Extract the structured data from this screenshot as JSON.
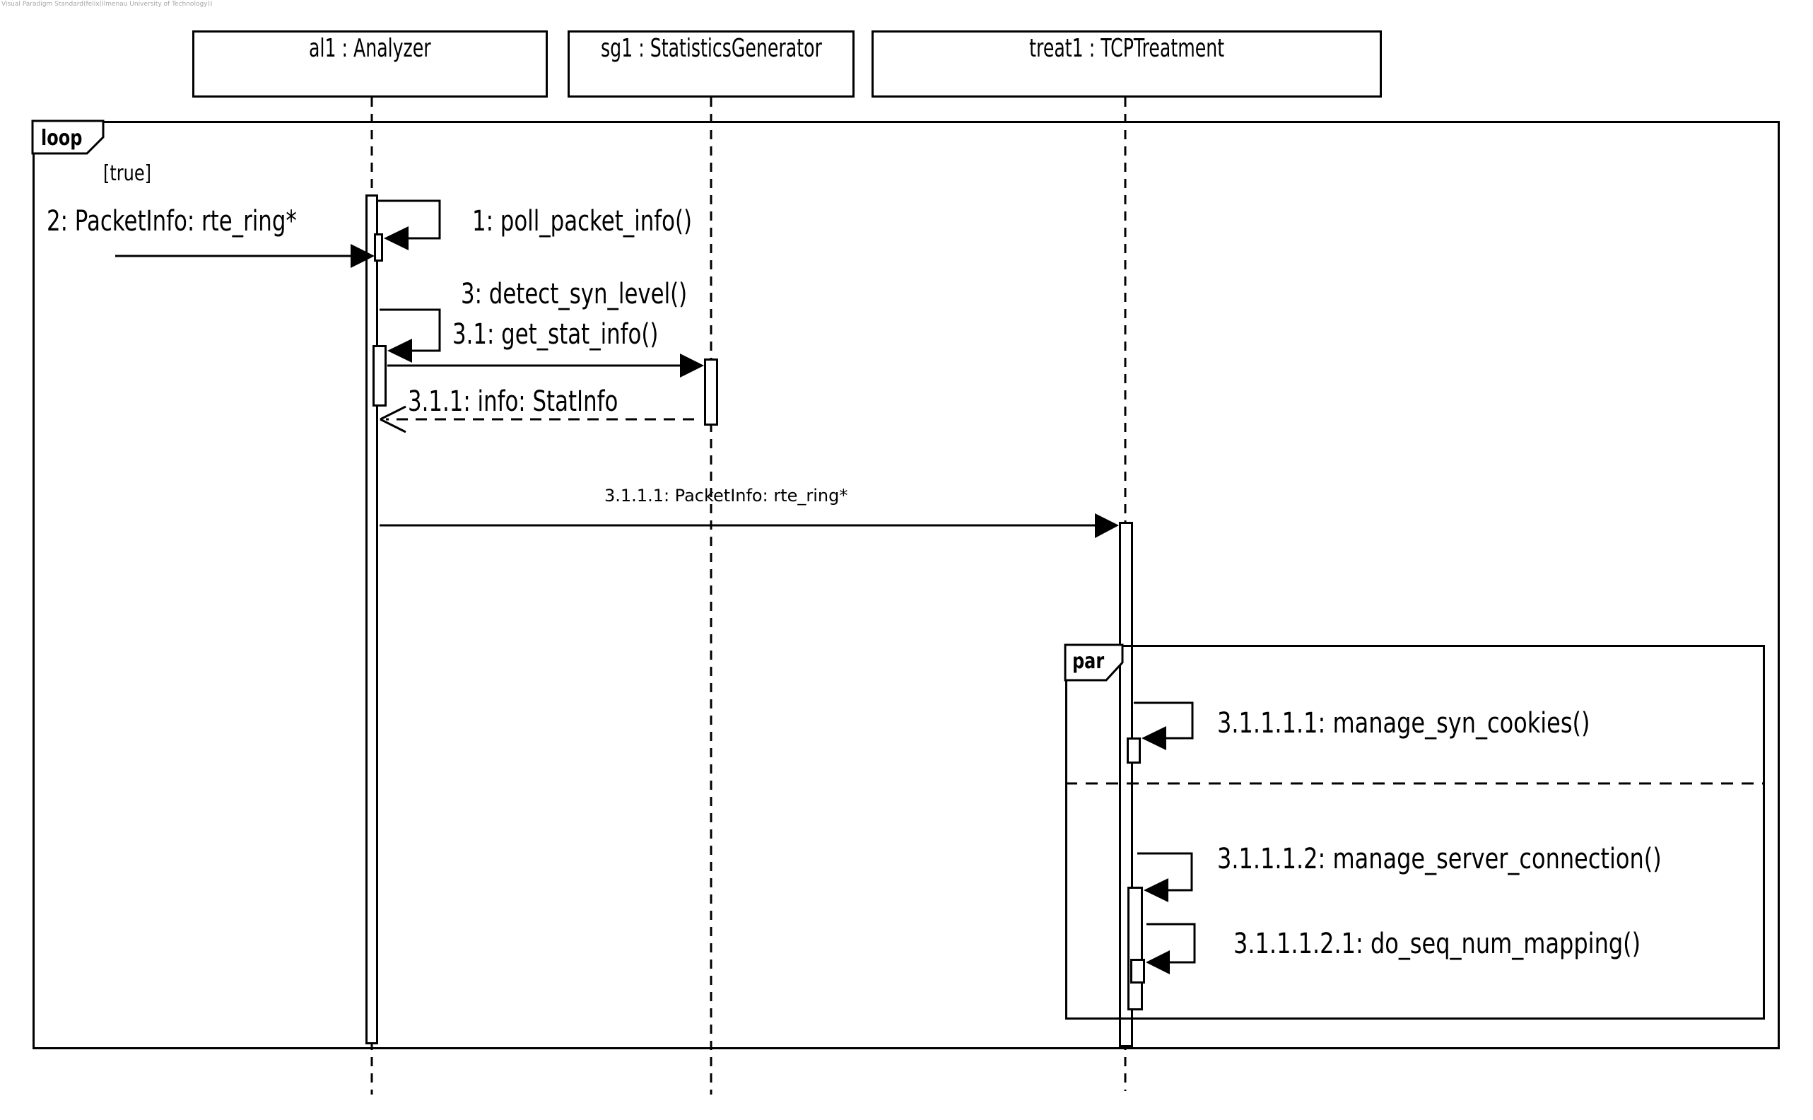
{
  "watermark": "Visual Paradigm Standard(felix(Ilmenau University of Technology))",
  "colors": {
    "line": "#000000",
    "background": "#ffffff",
    "watermark": "#a6a6a6"
  },
  "diagram_type": "uml-sequence-diagram",
  "lifelines": [
    {
      "id": "al1",
      "label": "al1 : Analyzer"
    },
    {
      "id": "sg1",
      "label": "sg1 : StatisticsGenerator"
    },
    {
      "id": "treat1",
      "label": "treat1 : TCPTreatment"
    }
  ],
  "fragments": {
    "loop": {
      "operator": "loop",
      "guard": "[true]"
    },
    "par": {
      "operator": "par"
    }
  },
  "messages": {
    "m1": {
      "label": "1: poll_packet_info()",
      "kind": "self-call",
      "on": "al1"
    },
    "m2": {
      "label": "2: PacketInfo: rte_ring*",
      "kind": "found-call",
      "to": "al1"
    },
    "m3": {
      "label": "3: detect_syn_level()",
      "kind": "self-call",
      "on": "al1"
    },
    "m3_1": {
      "label": "3.1: get_stat_info()",
      "kind": "call",
      "from": "al1",
      "to": "sg1"
    },
    "m3_1_1": {
      "label": "3.1.1: info: StatInfo",
      "kind": "return",
      "from": "sg1",
      "to": "al1"
    },
    "m3_1_1_1": {
      "label": "3.1.1.1: PacketInfo: rte_ring*",
      "kind": "call",
      "from": "al1",
      "to": "treat1"
    },
    "m3_1_1_1_1": {
      "label": "3.1.1.1.1: manage_syn_cookies()",
      "kind": "self-call",
      "on": "treat1"
    },
    "m3_1_1_1_2": {
      "label": "3.1.1.1.2: manage_server_connection()",
      "kind": "self-call",
      "on": "treat1"
    },
    "m3_1_1_1_2_1": {
      "label": "3.1.1.1.2.1: do_seq_num_mapping()",
      "kind": "self-call",
      "on": "treat1"
    }
  }
}
